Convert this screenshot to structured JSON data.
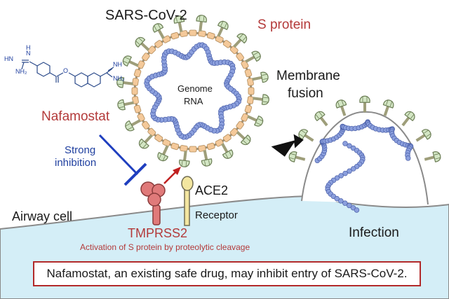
{
  "labels": {
    "virus_name": "SARS-CoV-2",
    "s_protein": "S protein",
    "genome_line1": "Genome",
    "genome_line2": "RNA",
    "fusion_line1": "Membrane",
    "fusion_line2": "fusion",
    "drug": "Nafamostat",
    "inhibition_line1": "Strong",
    "inhibition_line2": "inhibition",
    "ace2": "ACE2",
    "receptor": "Receptor",
    "airway_cell": "Airway cell",
    "tmprss2": "TMPRSS2",
    "activation": "Activation of S protein by proteolytic cleavage",
    "infection": "Infection"
  },
  "molecule": {
    "atom_nh_left": "N",
    "atom_h_left": "H",
    "atom_hn": "HN",
    "atom_nh2_left": "NH₂",
    "atom_o": "O",
    "atom_nh_right": "NH",
    "atom_nh2_right": "NH₂"
  },
  "note": "Nafamostat, an existing safe drug, may inhibit entry of SARS-CoV-2.",
  "colors": {
    "cell_fill": "#d4eef7",
    "cell_edge": "#8a8a8a",
    "spike_stalk": "#9e9e7a",
    "spike_head": "#d3e6c4",
    "membrane_bead": "#f4c99a",
    "rna_bead": "#8b9fdd",
    "drug_red": "#b33a3a",
    "inhibit_blue": "#1f3fbf",
    "tmprss2": "#e07a7a",
    "ace2_head": "#f3e6a0",
    "note_border": "#b22a2a"
  },
  "icons": [
    "nafamostat-structure",
    "sars-cov-2-virion",
    "inhibition-bar-arrow",
    "cleavage-arrow",
    "big-right-arrow",
    "tmprss2-protease",
    "ace2-receptor",
    "infected-cell-vesicle"
  ]
}
